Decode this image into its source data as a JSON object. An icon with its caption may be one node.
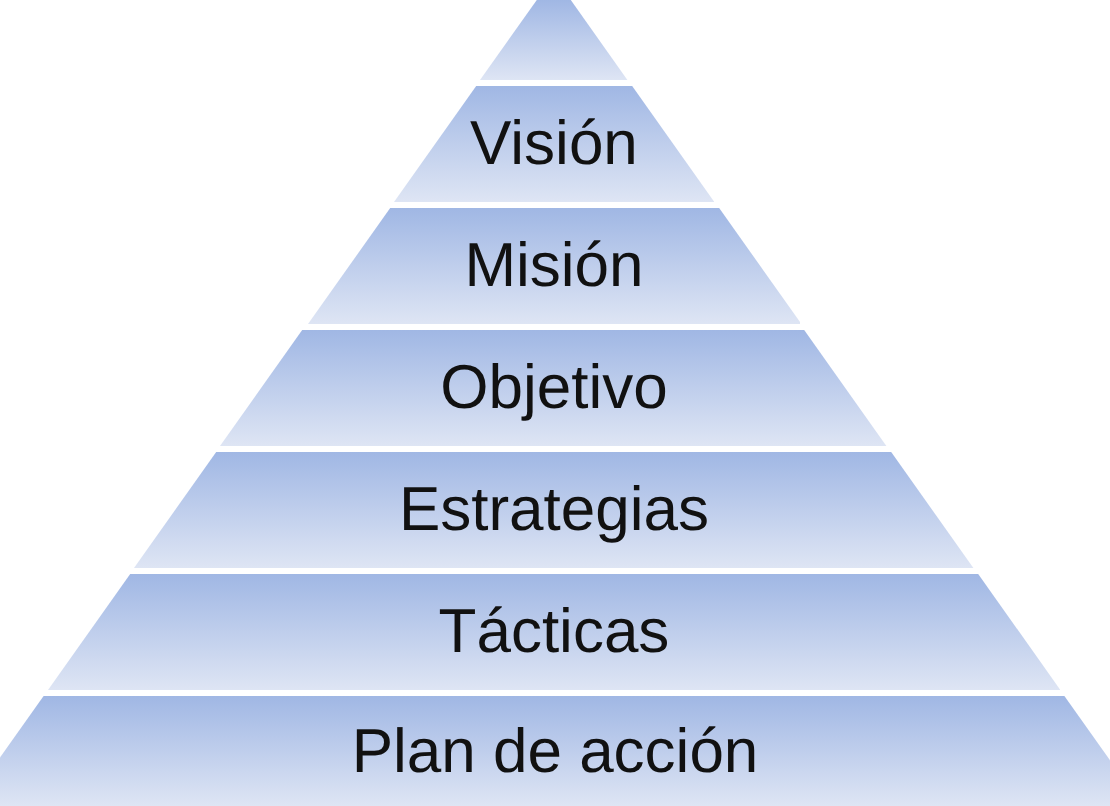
{
  "diagram": {
    "nodes": [
      {
        "text": [],
        "shape": "triangle"
      },
      {
        "text": [
          "Visión"
        ]
      },
      {
        "text": [
          "Misión"
        ]
      },
      {
        "text": [
          "Objetivo"
        ]
      },
      {
        "text": [
          "Estrategias"
        ]
      },
      {
        "text": [
          "Tácticas"
        ]
      },
      {
        "text": [
          "Plan de acción"
        ]
      }
    ]
  }
}
